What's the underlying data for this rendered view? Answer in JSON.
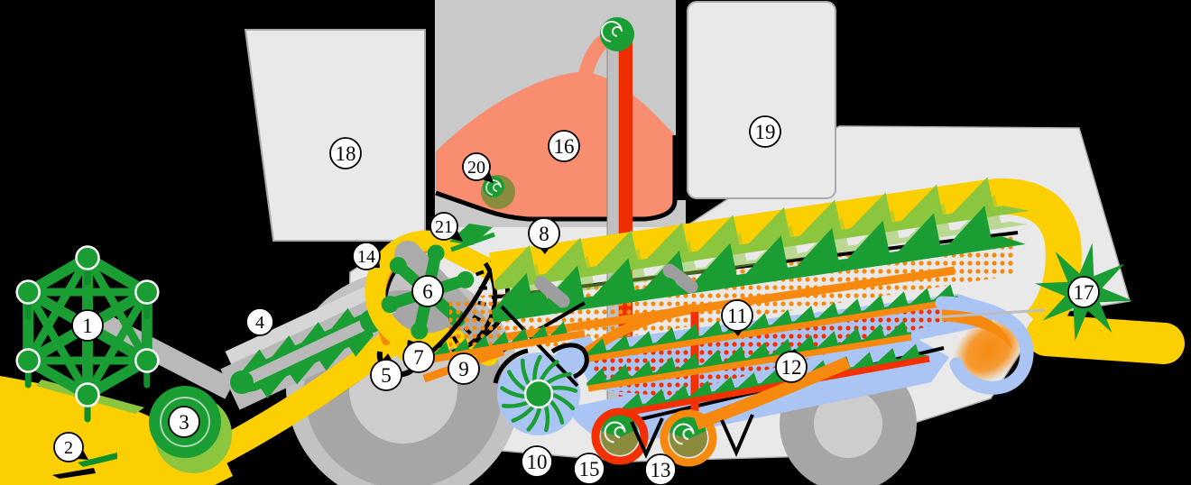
{
  "diagram": {
    "type": "combine-harvester-cutaway-schematic",
    "labels": [
      "1",
      "2",
      "3",
      "4",
      "5",
      "6",
      "7",
      "8",
      "9",
      "10",
      "11",
      "12",
      "13",
      "14",
      "15",
      "16",
      "17",
      "18",
      "19",
      "20",
      "21"
    ]
  },
  "palette": {
    "crop_yellow": "#FCCF00",
    "machine_green": "#1A9E33",
    "light_green": "#8CC63F",
    "grain_salmon": "#F98D6F",
    "grain_orange": "#F78A0E",
    "tailings_red": "#F23000",
    "air_blue": "#AAC4F4",
    "auger_olive": "#8B8B3D",
    "body_gray": "#E9E9E9",
    "cab_gray": "#C9C9C9",
    "housing_gray": "#ABABAB",
    "wheel_gray": "#A6A6A6",
    "hub_gray": "#CDCDCD",
    "outline_black": "#000000"
  }
}
